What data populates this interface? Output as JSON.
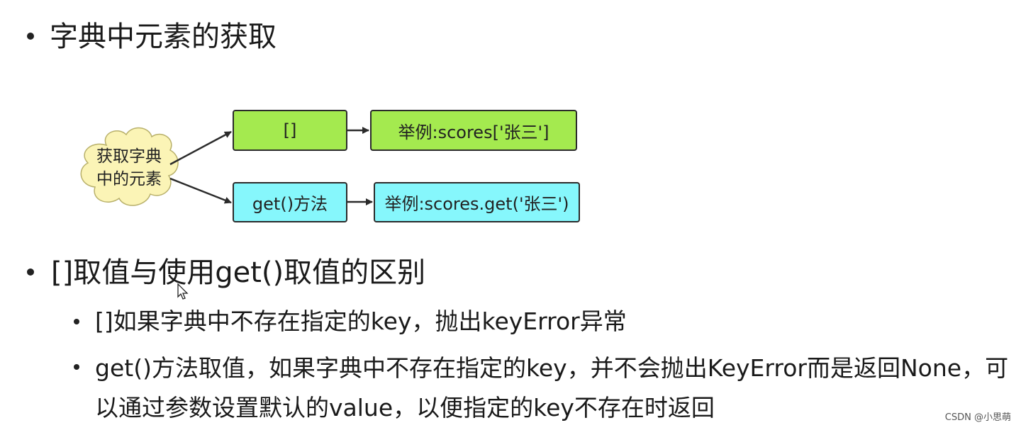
{
  "heading1": "字典中元素的获取",
  "diagram": {
    "center": "获取字典中的元素",
    "branch_top": "[]",
    "example_top": "举例:scores['张三']",
    "branch_bottom": "get()方法",
    "example_bottom": "举例:scores.get('张三')",
    "colors": {
      "green": "#a4ea4f",
      "cyan": "#86f7fc",
      "cloud": "#fbf4b6"
    }
  },
  "heading2": "[]取值与使用get()取值的区别",
  "points": [
    "[]如果字典中不存在指定的key，抛出keyError异常",
    "get()方法取值，如果字典中不存在指定的key，并不会抛出KeyError而是返回None，可以通过参数设置默认的value，以便指定的key不存在时返回"
  ],
  "watermark": "CSDN @小思萌"
}
